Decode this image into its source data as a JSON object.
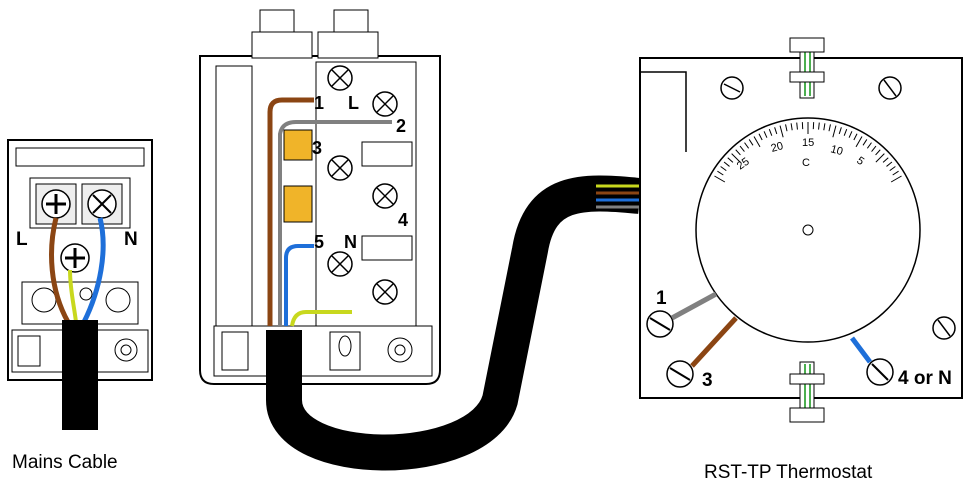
{
  "mains": {
    "caption": "Mains Cable",
    "live_label": "L",
    "neutral_label": "N"
  },
  "junction_box": {
    "terminals": [
      "1",
      "2",
      "3",
      "4",
      "5"
    ],
    "live_label": "L",
    "neutral_label": "N"
  },
  "thermostat": {
    "caption": "RST-TP Thermostat",
    "dial_unit": "C",
    "dial_ticks": [
      "25",
      "20",
      "15",
      "10",
      "5"
    ],
    "terminal_1": "1",
    "terminal_3": "3",
    "terminal_4": "4 or N"
  },
  "wire_colors": {
    "brown": "#8b4513",
    "blue": "#1e6fd9",
    "grey": "#808080",
    "green_yellow": "#c8d81e",
    "terminal_link": "#f0b429",
    "cable": "#000000"
  }
}
